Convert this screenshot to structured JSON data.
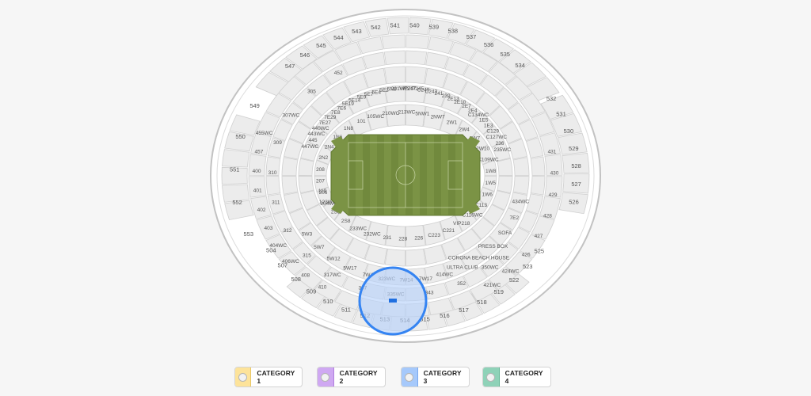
{
  "map": {
    "sections_top": [
      "547",
      "546",
      "545",
      "544",
      "543",
      "542",
      "541",
      "540",
      "539",
      "538",
      "537",
      "536",
      "535",
      "534"
    ],
    "sections_right_outer": [
      "532",
      "531",
      "530",
      "529",
      "528",
      "527",
      "526"
    ],
    "sections_left_outer": [
      "549",
      "550",
      "551",
      "552",
      "553"
    ],
    "sections_bottom_outer": [
      "504",
      "507",
      "508",
      "509",
      "510",
      "511",
      "512",
      "513",
      "514",
      "515",
      "516",
      "517",
      "518",
      "519",
      "522",
      "523",
      "525"
    ],
    "sections_400_left": [
      "455WC",
      "457",
      "400",
      "401",
      "402",
      "403",
      "404WC",
      "406WC",
      "408",
      "410"
    ],
    "sections_400_right": [
      "431",
      "430",
      "429",
      "428",
      "427",
      "426",
      "424WC",
      "421WC"
    ],
    "sections_300": [
      "452",
      "305",
      "307WC",
      "309",
      "310",
      "311",
      "312",
      "315",
      "317WC",
      "337",
      "335WC",
      "343",
      "352",
      "350WC"
    ],
    "sections_upper_labels": [
      "447WC",
      "445",
      "443WC",
      "440WC",
      "7E27",
      "7E29",
      "7E8",
      "7E6",
      "5E19",
      "5E14",
      "5E9",
      "5E7",
      "5E4",
      "5E2",
      "5N8",
      "201WC",
      "VIP247",
      "VIP245",
      "C249",
      "C243",
      "241",
      "239",
      "2E13",
      "2E10",
      "2E7",
      "2E4",
      "C134WC",
      "1E5",
      "1E3",
      "C129",
      "C127WC",
      "236",
      "235WC"
    ],
    "sections_middle_labels": [
      "204WC",
      "206",
      "207",
      "208",
      "2N2",
      "2N4",
      "1N6",
      "1N8",
      "101",
      "105WC",
      "210WC",
      "213WC",
      "5NW1",
      "2NW7",
      "2W1",
      "2W4",
      "2W7",
      "2W10",
      "C109WC",
      "1W8",
      "1W5",
      "1W6",
      "C113",
      "C116WC",
      "VIP218",
      "C221",
      "C223",
      "226",
      "228",
      "231",
      "232WC",
      "233WC",
      "2S8",
      "2S3",
      "123WC",
      "119"
    ],
    "sections_lower_labels": [
      "5W3",
      "5W7",
      "5W12",
      "5W17",
      "7W4",
      "323WC",
      "7W14",
      "7W17",
      "414WC",
      "ULTRA CLUB",
      "CORONA BEACH HOUSE",
      "PRESS BOX",
      "SOFA",
      "7E2",
      "434WC"
    ],
    "selected_section": "414WC"
  },
  "legend": [
    {
      "label": "CATEGORY 1",
      "color": "#fde39a",
      "border": "#e9c766"
    },
    {
      "label": "CATEGORY 2",
      "color": "#cfa8f2",
      "border": "#b080dd"
    },
    {
      "label": "CATEGORY 3",
      "color": "#a6c9fb",
      "border": "#7aa9ef"
    },
    {
      "label": "CATEGORY 4",
      "color": "#8fd2b8",
      "border": "#62b695"
    }
  ],
  "colors": {
    "field": "#7b9345",
    "field_dark": "#6a8236",
    "highlight_ring": "#3584f2",
    "highlight_fill": "#b9d3fb",
    "marker": "#1f6fe0"
  }
}
